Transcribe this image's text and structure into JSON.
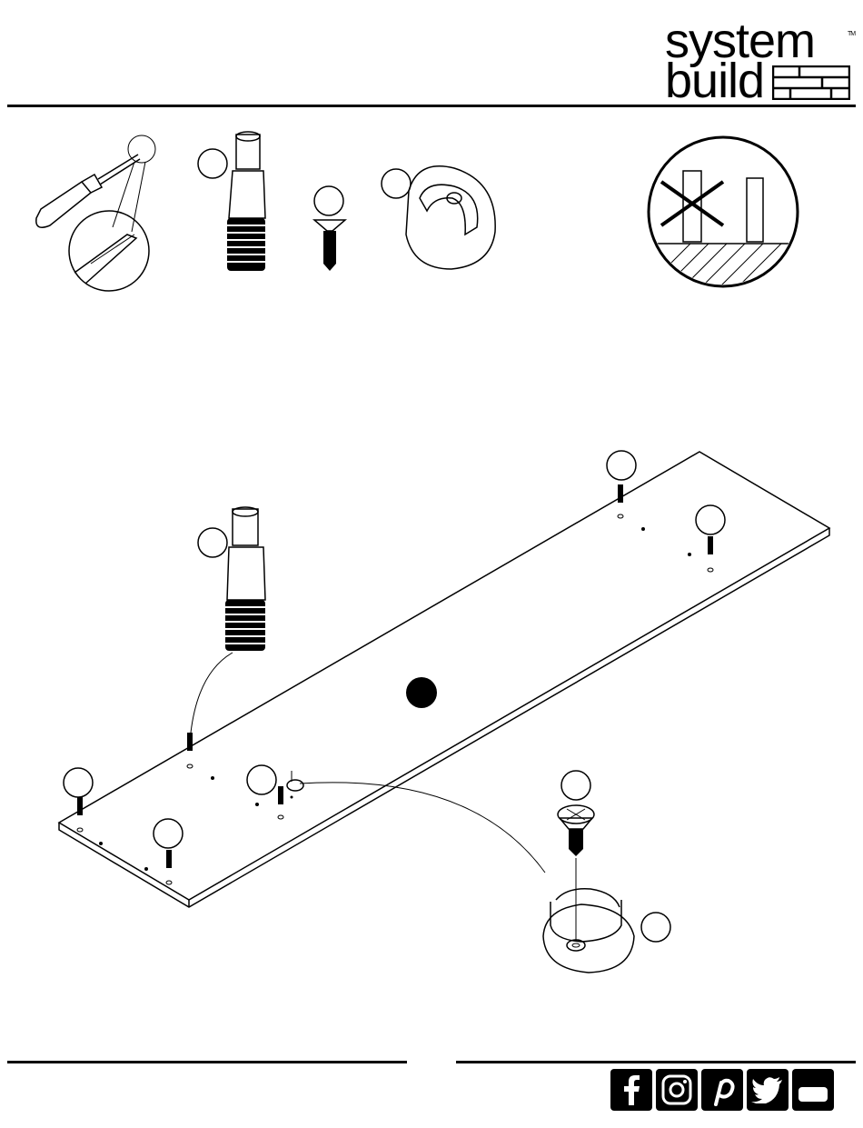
{
  "brand": {
    "word1": "system",
    "word2": "build",
    "trademark": "TM"
  },
  "step_marker": "",
  "colors": {
    "ink": "#000000",
    "paper": "#ffffff"
  },
  "icons": [
    "screwdriver-icon",
    "cam-bolt-icon",
    "screw-icon",
    "cam-cap-icon",
    "no-hammer-warning-icon",
    "facebook-icon",
    "instagram-icon",
    "pinterest-icon",
    "twitter-icon",
    "youtube-icon"
  ]
}
